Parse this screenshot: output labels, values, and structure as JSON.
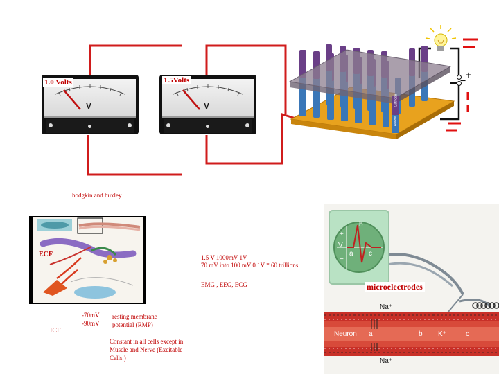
{
  "meters": [
    {
      "label": "1.0  Volts",
      "unit": "V"
    },
    {
      "label": "1.5Volts",
      "unit": "V"
    }
  ],
  "battery": {
    "cathode": "Cathode",
    "anode": "Anode",
    "plus": "+",
    "minus": "−"
  },
  "hodgkin_label": "hodgkin and huxley",
  "diagram_left": {
    "ecf": "ECF",
    "icf": "ICF"
  },
  "rmp": {
    "value1": "-70mV",
    "value2": "-90mV",
    "label_line1": "resting membrane",
    "label_line2": "potential (RMP)"
  },
  "constant_note": {
    "line1": "Constant in all cells except in",
    "line2": "Muscle and Nerve (Excitable",
    "line3": "Cells )"
  },
  "calc": {
    "line1": "1.5 V  1000mV  1V",
    "line2": "70 mV into 100 mV  0.1V * 60 trillions.",
    "line3": "EMG , EEG, ECG"
  },
  "neuron_panel": {
    "title": "microelectrodes",
    "graph_labels": {
      "b": "b",
      "a": "a",
      "c": "c",
      "v": "V",
      "plus": "+",
      "minus": "−"
    },
    "ion_top": "Na⁺",
    "ion_bottom": "Na⁺",
    "neuron_word": "Neuron",
    "axon_a": "a",
    "axon_b": "b",
    "axon_k": "K⁺",
    "axon_c": "c"
  },
  "colors": {
    "wire": "#d01c1c",
    "label_red": "#c00000",
    "graph_green": "#6fb07a"
  }
}
